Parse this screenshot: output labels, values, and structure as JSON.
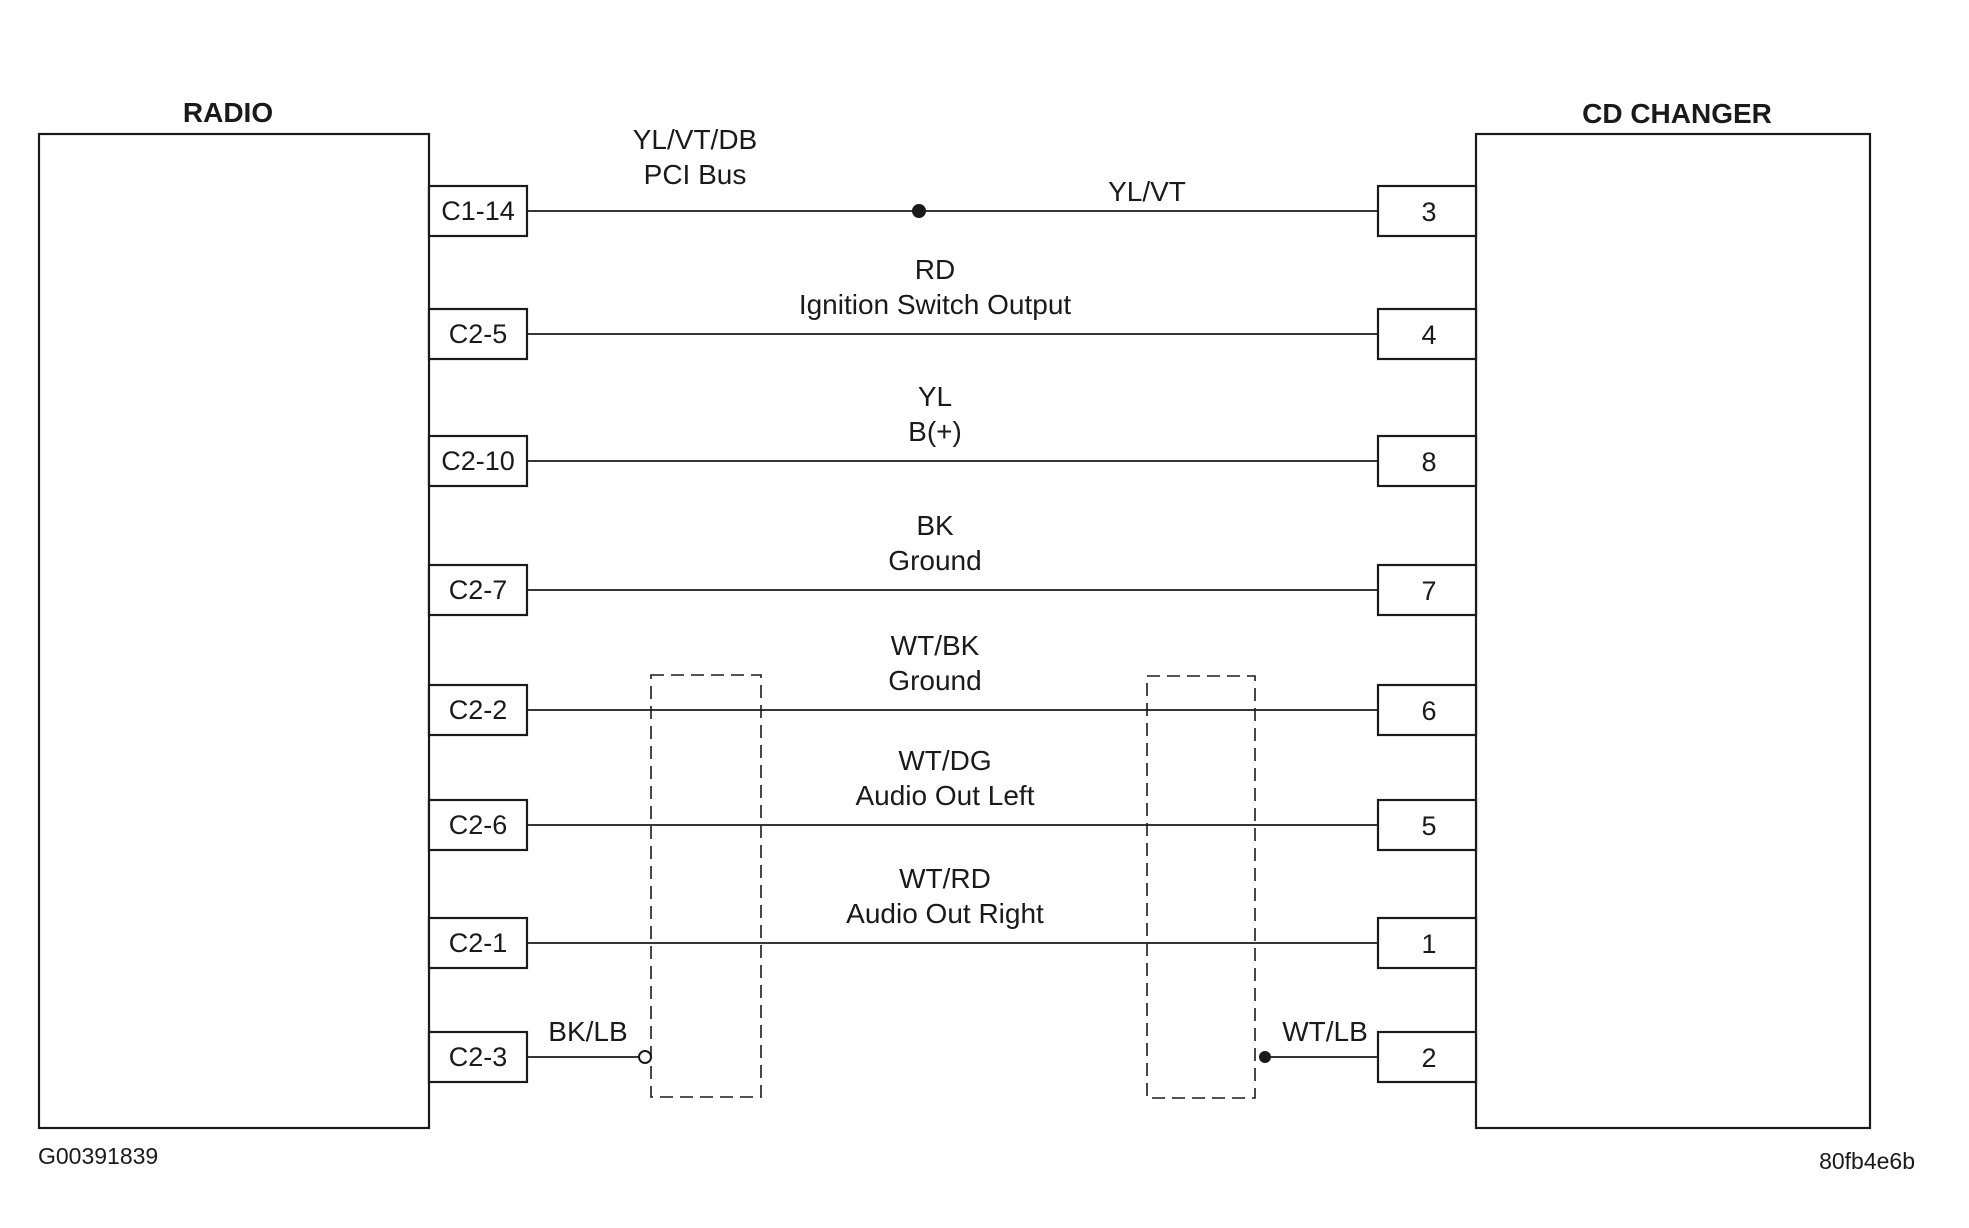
{
  "components": {
    "radio": {
      "title": "RADIO"
    },
    "cd_changer": {
      "title": "CD CHANGER"
    }
  },
  "wires": [
    {
      "radio_pin": "C1-14",
      "changer_pin": "3",
      "labels": [
        "YL/VT/DB",
        "PCI Bus"
      ],
      "splice_label": "YL/VT"
    },
    {
      "radio_pin": "C2-5",
      "changer_pin": "4",
      "labels": [
        "RD",
        "Ignition Switch Output"
      ]
    },
    {
      "radio_pin": "C2-10",
      "changer_pin": "8",
      "labels": [
        "YL",
        "B(+)"
      ]
    },
    {
      "radio_pin": "C2-7",
      "changer_pin": "7",
      "labels": [
        "BK",
        "Ground"
      ]
    },
    {
      "radio_pin": "C2-2",
      "changer_pin": "6",
      "labels": [
        "WT/BK",
        "Ground"
      ]
    },
    {
      "radio_pin": "C2-6",
      "changer_pin": "5",
      "labels": [
        "WT/DG",
        "Audio Out Left"
      ]
    },
    {
      "radio_pin": "C2-1",
      "changer_pin": "1",
      "labels": [
        "WT/RD",
        "Audio Out Right"
      ]
    },
    {
      "radio_pin": "C2-3",
      "changer_pin": "2",
      "drain_left_label": "BK/LB",
      "drain_right_label": "WT/LB"
    }
  ],
  "footer": {
    "left_code": "G00391839",
    "right_code": "80fb4e6b"
  }
}
